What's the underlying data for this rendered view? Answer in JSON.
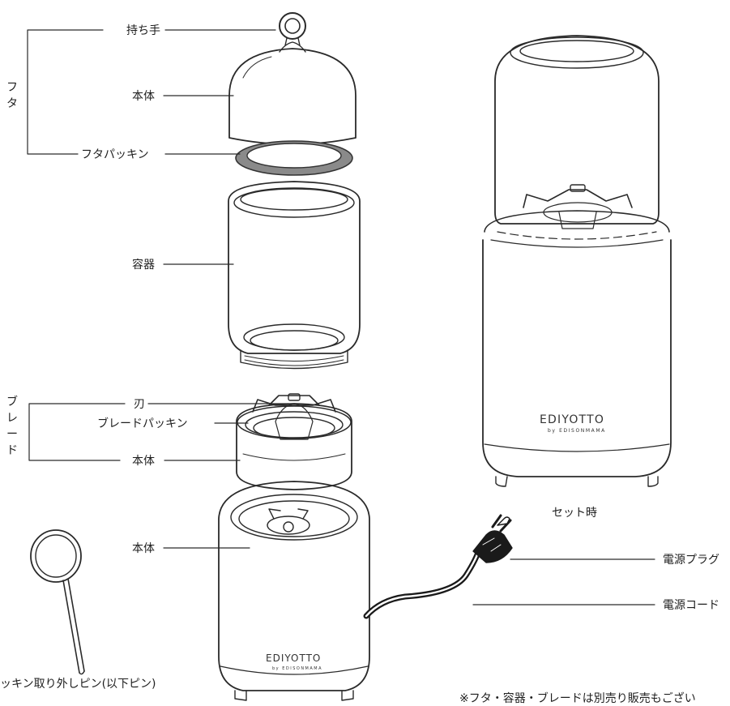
{
  "labels": {
    "handle": "持ち手",
    "lid_body": "本体",
    "lid_packing": "フタパッキン",
    "container": "容器",
    "blade_edge": "刃",
    "blade_packing": "ブレードパッキン",
    "blade_body": "本体",
    "main_body": "本体",
    "set_state": "セット時",
    "power_plug": "電源プラグ",
    "power_cord": "電源コード",
    "pin": "ッキン取り外しピン(以下ピン)",
    "note": "※フタ・容器・ブレードは別売り販売もござい"
  },
  "groups": {
    "lid": "フタ",
    "blade": "ブレード"
  },
  "logo": {
    "main": "EDIYOTTO",
    "sub": "by EDISONMAMA"
  },
  "colors": {
    "line": "#2a2a2a",
    "gasket": "#8a8a8a",
    "cord": "#1a1a1a"
  }
}
